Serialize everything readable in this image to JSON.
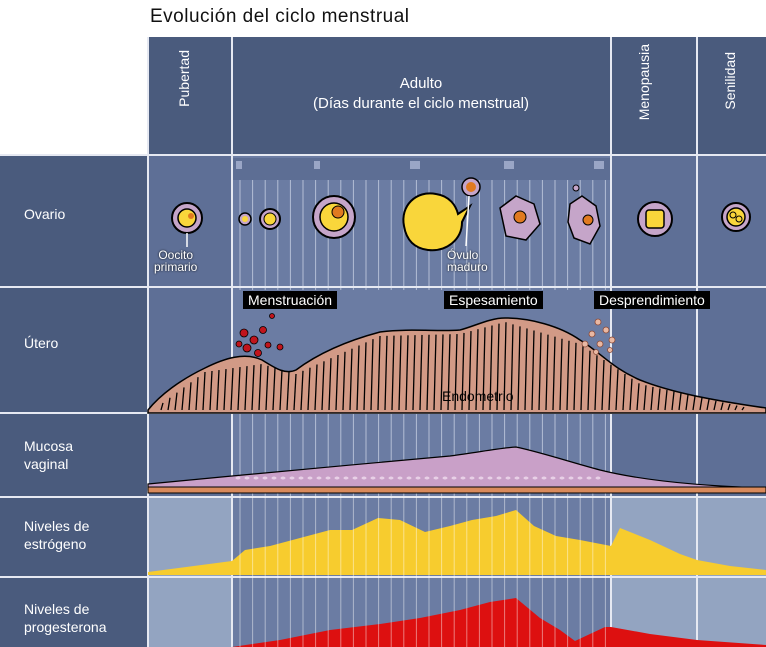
{
  "title": "Evolución del ciclo menstrual",
  "columns": {
    "pubertad": "Pubertad",
    "adulto_line1": "Adulto",
    "adulto_line2": "(Días durante el ciclo menstrual)",
    "menopausia": "Menopausia",
    "senilidad": "Senilidad"
  },
  "rows": {
    "ovario": "Ovario",
    "utero": "Útero",
    "mucosa_line1": "Mucosa",
    "mucosa_line2": "vaginal",
    "estrogeno_line1": "Niveles de",
    "estrogeno_line2": "estrógeno",
    "progesterona_line1": "Niveles de",
    "progesterona_line2": "progesterona"
  },
  "annotations": {
    "oocito_line1": "Oocito",
    "oocito_line2": "primario",
    "ovulo_line1": "Óvulo",
    "ovulo_line2": "maduro",
    "menstruacion": "Menstruación",
    "espesamiento": "Espesamiento",
    "desprendimiento": "Desprendimiento",
    "endometrio": "Endometrio"
  },
  "colors": {
    "header": "#4a5b7d",
    "row_band": "#5e6f96",
    "adult_band": "#6b7ca3",
    "light_band": "#93a4c1",
    "endometrium": "#d29a86",
    "mucosa": "#c9a0c8",
    "estrogen": "#f7cc2e",
    "progesterone": "#dd1010",
    "follicle": "#c5a5c9",
    "ovum": "#f9d63b"
  }
}
